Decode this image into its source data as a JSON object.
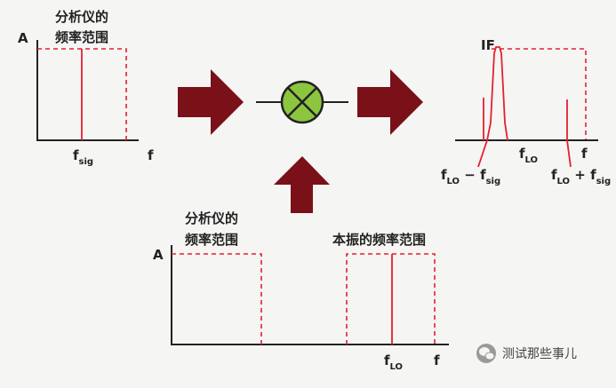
{
  "colors": {
    "background": "#f5f5f4",
    "axis": "#222222",
    "signal_red": "#e5202e",
    "dashed_red": "#e5202e",
    "arrow": "#7a1018",
    "mixer_fill": "#8cc63f",
    "mixer_stroke": "#222222"
  },
  "top_left_panel": {
    "range_label_line1": "分析仪的",
    "range_label_line2": "频率范围",
    "y_axis_label": "A",
    "x_axis_label": "f",
    "signal_label": "f",
    "signal_label_sub": "sig"
  },
  "mixer": {
    "icon": "mixer-circle-x-icon"
  },
  "right_panel": {
    "if_label": "IF",
    "x_axis_label": "f",
    "lo_label": "f",
    "lo_label_sub": "LO",
    "diff_label_f1": "f",
    "diff_label_sub1": "LO",
    "diff_label_op": " − ",
    "diff_label_f2": "f",
    "diff_label_sub2": "sig",
    "sum_label_f1": "f",
    "sum_label_sub1": "LO",
    "sum_label_op": " + ",
    "sum_label_f2": "f",
    "sum_label_sub2": "sig"
  },
  "bottom_panel": {
    "range_label_line1": "分析仪的",
    "range_label_line2": "频率范围",
    "lo_range_label": "本振的频率范围",
    "y_axis_label": "A",
    "x_axis_label": "f",
    "lo_label": "f",
    "lo_label_sub": "LO"
  },
  "watermark": {
    "text": "测试那些事儿",
    "icon": "wechat-icon"
  }
}
